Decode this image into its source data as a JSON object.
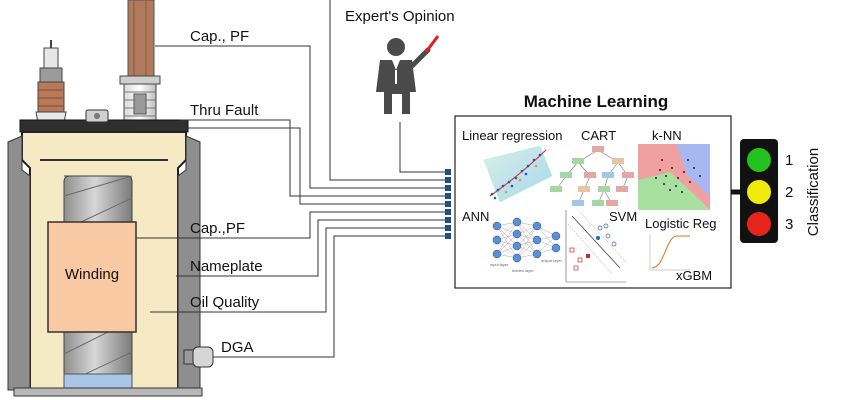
{
  "inputs": {
    "expert": "Expert's Opinion",
    "cap_pf_top": "Cap., PF",
    "thru_fault": "Thru Fault",
    "cap_pf_mid": "Cap.,PF",
    "nameplate": "Nameplate",
    "oil_quality": "Oil Quality",
    "dga": "DGA"
  },
  "transformer": {
    "winding_label": "Winding"
  },
  "ml": {
    "title": "Machine Learning",
    "methods": {
      "linear_regression": "Linear regression",
      "cart": "CART",
      "knn": "k-NN",
      "ann": "ANN",
      "svm": "SVM",
      "logistic_reg": "Logistic Reg",
      "xgbm": "xGBM"
    },
    "ann_layers": {
      "input": "input layer",
      "hidden": "hidden layer",
      "output": "output layer"
    }
  },
  "output": {
    "label": "Classification",
    "classes": [
      "1",
      "2",
      "3"
    ],
    "colors": [
      "#22c21f",
      "#f2e90c",
      "#e5251c"
    ]
  }
}
